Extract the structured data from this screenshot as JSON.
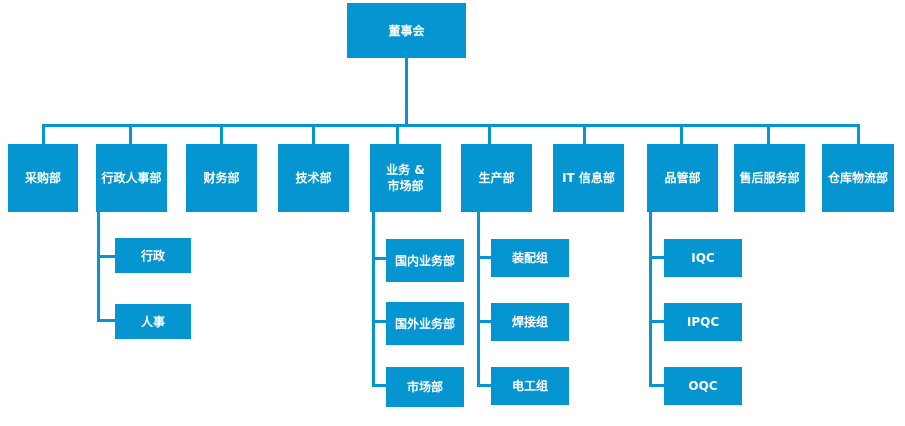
{
  "org_chart": {
    "root": "董事会",
    "departments": [
      {
        "label": "采购部"
      },
      {
        "label": "行政人事部",
        "children": [
          "行政",
          "人事"
        ]
      },
      {
        "label": "财务部"
      },
      {
        "label": "技术部"
      },
      {
        "label": "业务 &\n市场部",
        "children": [
          "国内业务部",
          "国外业务部",
          "市场部"
        ]
      },
      {
        "label": "生产部",
        "children": [
          "装配组",
          "焊接组",
          "电工组"
        ]
      },
      {
        "label": "IT 信息部"
      },
      {
        "label": "品管部",
        "children": [
          "IQC",
          "IPQC",
          "OQC"
        ]
      },
      {
        "label": "售后服务部"
      },
      {
        "label": "仓库物流部"
      }
    ]
  },
  "colors": {
    "box": "#0596d1",
    "text": "#ffffff",
    "line": "#0596d1",
    "background": "#ffffff"
  }
}
